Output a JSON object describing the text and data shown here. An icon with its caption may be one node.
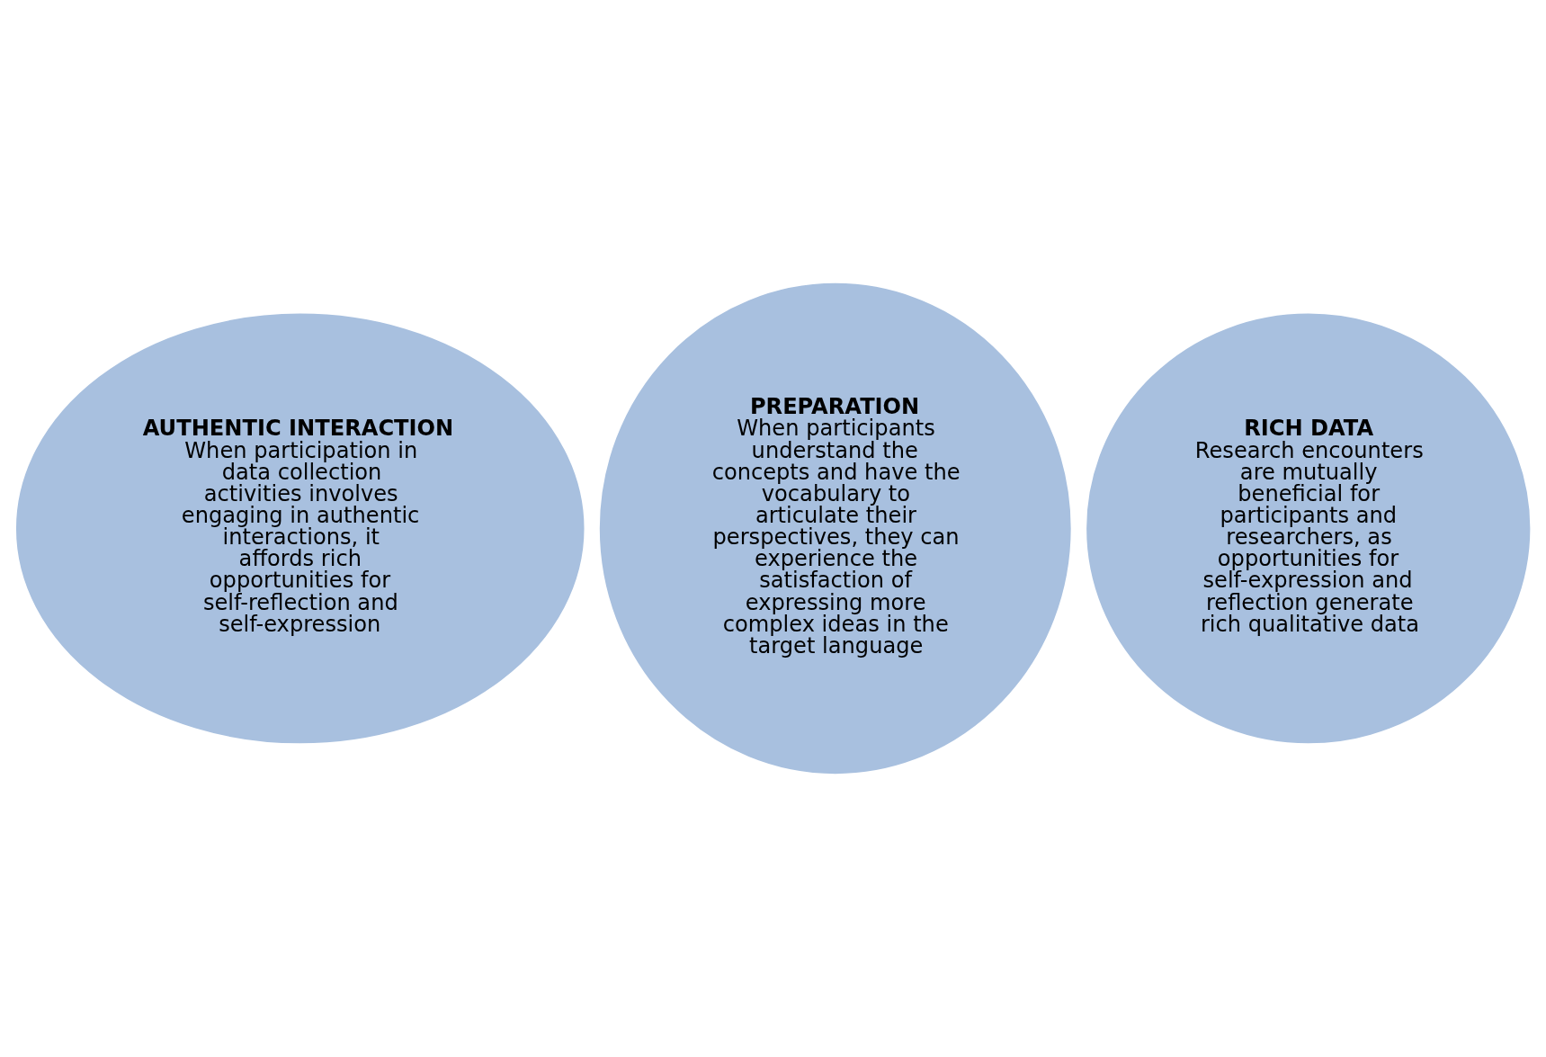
{
  "diagram": {
    "nodes": [
      {
        "text": [
          "AUTHENTIC INTERACTION",
          "When participation in data collection activities involves engaging in authentic interactions, it affords rich opportunities for self-reflection and self-expression"
        ]
      },
      {
        "text": [
          "PREPARATION",
          "When participants understand the concepts and have the vocabulary to articulate their perspectives, they can experience the satisfaction of expressing more complex ideas in the target language"
        ]
      },
      {
        "text": [
          "RICH DATA",
          "Research encounters are mutually beneficial for participants and researchers, as opportunities for self-expression and reflection generate rich qualitative data"
        ]
      }
    ]
  }
}
